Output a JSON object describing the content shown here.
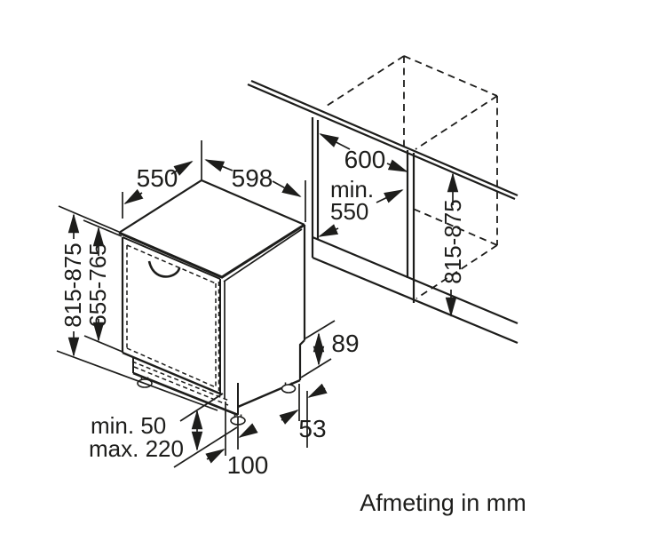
{
  "diagram": {
    "type": "installation-dimension-drawing",
    "subject": "built-in dishwasher with niche",
    "caption": "Afmeting in mm",
    "dimensions": {
      "top_depth": "550",
      "top_width": "598",
      "niche_width": "600",
      "niche_depth_prefix": "min.",
      "niche_depth": "550",
      "niche_height": "815-875",
      "appliance_height": "815-875",
      "door_height": "655-765",
      "plinth_min": "min. 50",
      "plinth_max": "max. 220",
      "front_foot_offset": "100",
      "side_foot_offset": "53",
      "base_height": "89"
    },
    "colors": {
      "line": "#1d1d1b",
      "background": "#ffffff"
    }
  }
}
